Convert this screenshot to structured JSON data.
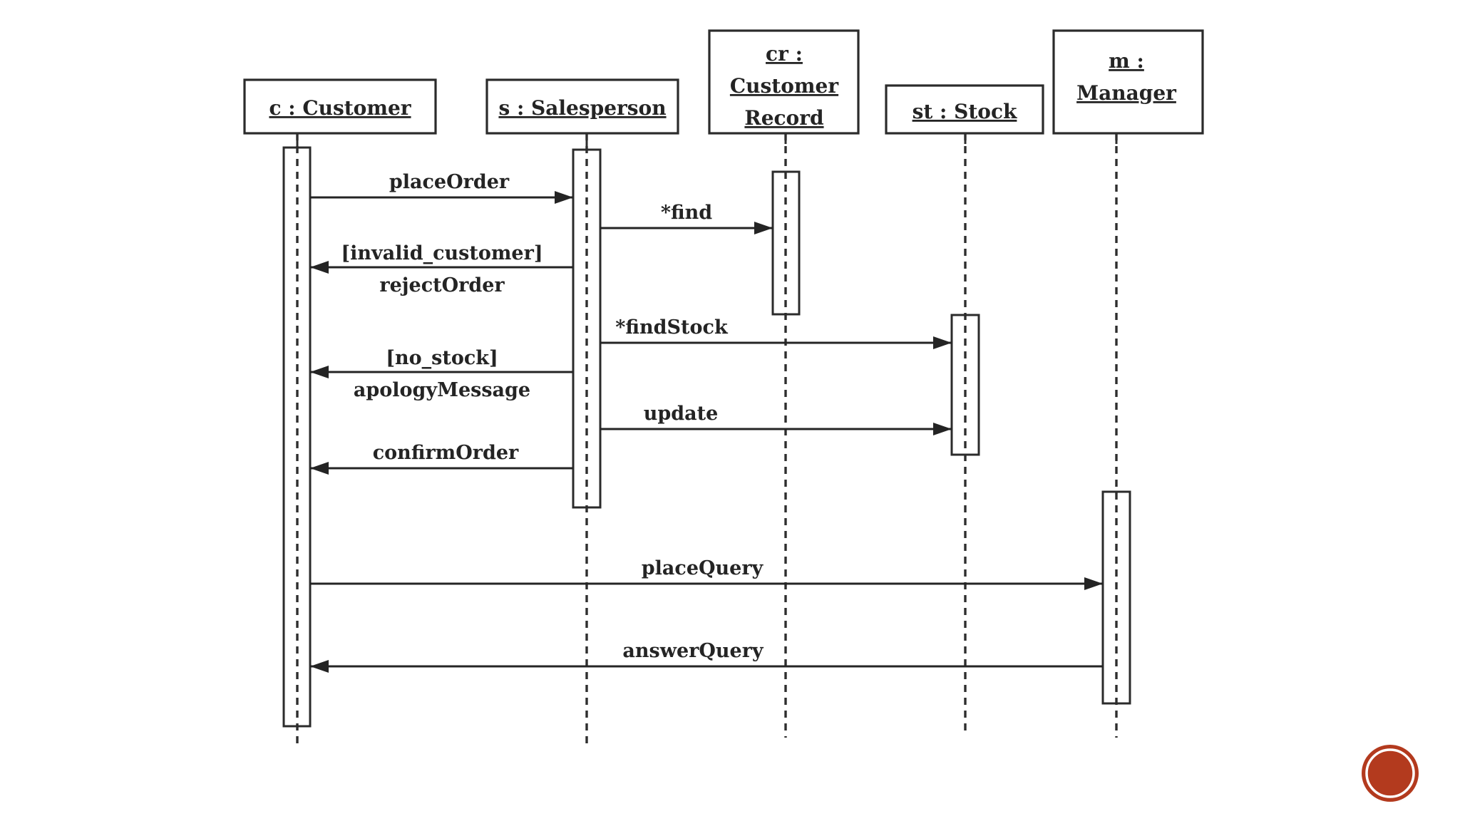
{
  "colors": {
    "ink": "#242424",
    "background": "#ffffff",
    "corner_dot": "#b33a1e"
  },
  "diagram": {
    "kind": "UML sequence diagram",
    "lifelines": [
      {
        "id": "customer",
        "lines": [
          "c : Customer"
        ]
      },
      {
        "id": "salesperson",
        "lines": [
          "s : Salesperson"
        ]
      },
      {
        "id": "customer_record",
        "lines": [
          "cr :",
          "Customer",
          "Record"
        ]
      },
      {
        "id": "stock",
        "lines": [
          "st : Stock"
        ]
      },
      {
        "id": "manager",
        "lines": [
          "m :",
          "Manager"
        ]
      }
    ],
    "messages": [
      {
        "id": "placeOrder",
        "label": "placeOrder",
        "from": "customer",
        "to": "salesperson"
      },
      {
        "id": "find",
        "label": "*find",
        "from": "salesperson",
        "to": "customer_record"
      },
      {
        "id": "rejectOrder",
        "guard": "[invalid_customer]",
        "label": "rejectOrder",
        "from": "salesperson",
        "to": "customer"
      },
      {
        "id": "findStock",
        "label": "*findStock",
        "from": "salesperson",
        "to": "stock"
      },
      {
        "id": "apologyMessage",
        "guard": "[no_stock]",
        "label": "apologyMessage",
        "from": "salesperson",
        "to": "customer"
      },
      {
        "id": "update",
        "label": "update",
        "from": "salesperson",
        "to": "stock"
      },
      {
        "id": "confirmOrder",
        "label": "confirmOrder",
        "from": "salesperson",
        "to": "customer"
      },
      {
        "id": "placeQuery",
        "label": "placeQuery",
        "from": "customer",
        "to": "manager"
      },
      {
        "id": "answerQuery",
        "label": "answerQuery",
        "from": "manager",
        "to": "customer"
      }
    ]
  }
}
